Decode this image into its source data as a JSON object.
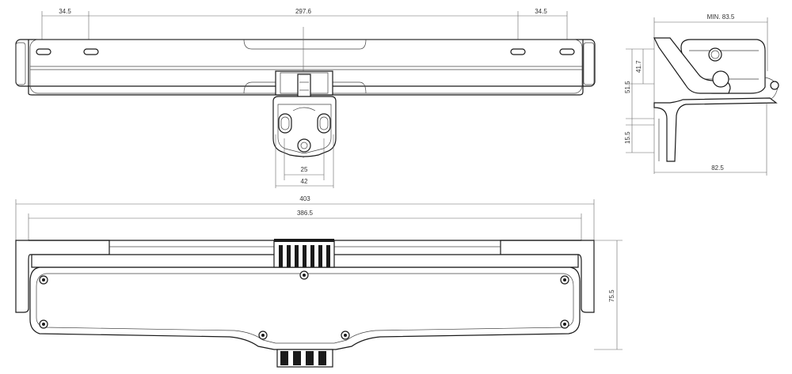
{
  "dims": {
    "top_left": "34.5",
    "top_mid": "297.6",
    "top_right": "34.5",
    "bracket_inner": "25",
    "bracket_outer": "42",
    "side_min": "MIN. 83.5",
    "side_41": "41.7",
    "side_51": "51.5",
    "side_15": "15.5",
    "side_82": "82.5",
    "bottom_403": "403",
    "bottom_386": "386.5",
    "bottom_75": "75.5"
  }
}
